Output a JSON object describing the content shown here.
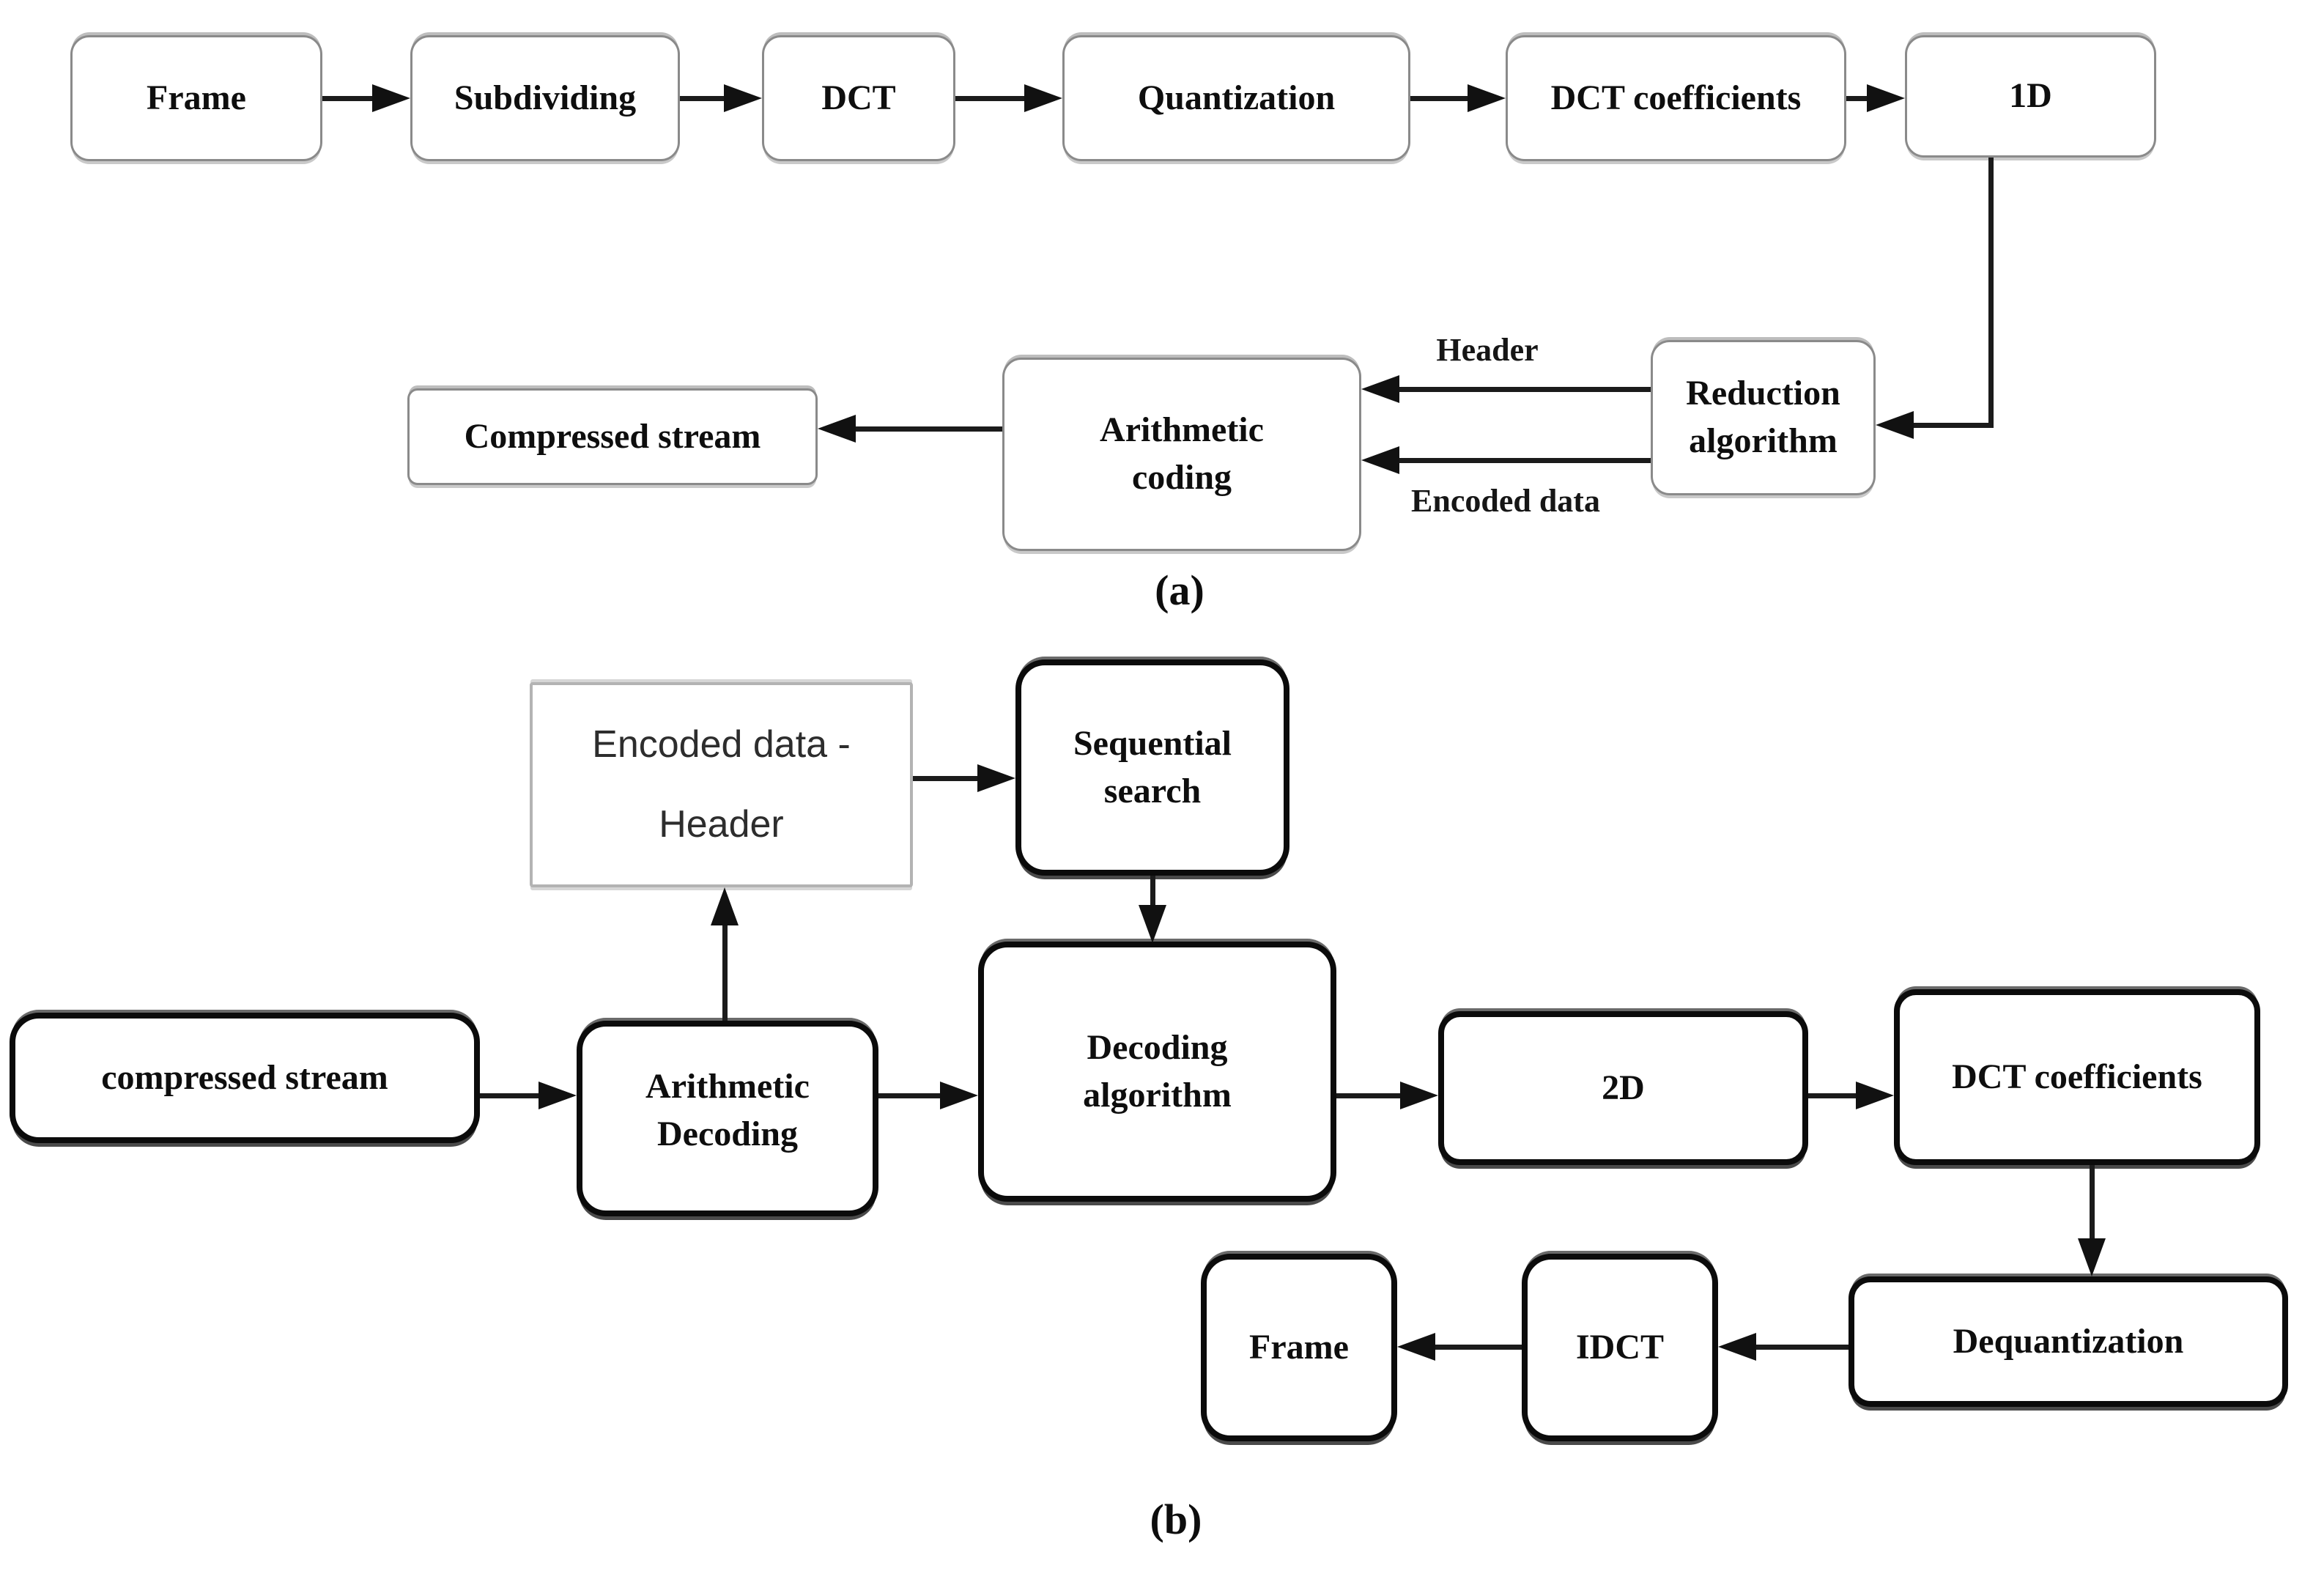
{
  "figure": {
    "description": "Two-part flowchart of a DCT-based compression (a) and decompression (b) pipeline"
  },
  "a": {
    "caption": "(a)",
    "nodes": {
      "frame": "Frame",
      "subdividing": "Subdividing",
      "dct": "DCT",
      "quantization": "Quantization",
      "dct_coefficients": "DCT coefficients",
      "one_d": "1D",
      "reduction_algorithm": "Reduction\nalgorithm",
      "arithmetic_coding": "Arithmetic\ncoding",
      "compressed_stream": "Compressed stream"
    },
    "edge_labels": {
      "header": "Header",
      "encoded_data": "Encoded data"
    }
  },
  "b": {
    "caption": "(b)",
    "nodes": {
      "encoded_data_header": "Encoded data -\nHeader",
      "sequential_search": "Sequential\nsearch",
      "compressed_stream": "compressed stream",
      "arithmetic_decoding": "Arithmetic\nDecoding",
      "decoding_algorithm": "Decoding\nalgorithm",
      "two_d": "2D",
      "dct_coefficients": "DCT coefficients",
      "dequantization": "Dequantization",
      "idct": "IDCT",
      "frame": "Frame"
    }
  }
}
